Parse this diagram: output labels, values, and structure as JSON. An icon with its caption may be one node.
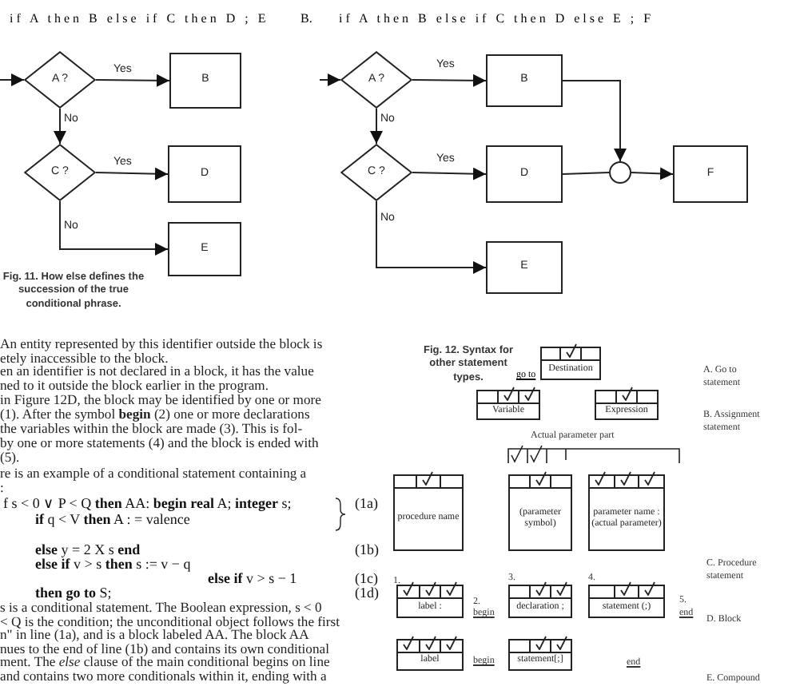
{
  "diagram": {
    "nodes": [
      {
        "text": [
          "A ?"
        ]
      },
      {
        "text": [
          "B"
        ]
      },
      {
        "text": [
          "C ?"
        ]
      },
      {
        "text": [
          "D"
        ]
      },
      {
        "text": [
          "E"
        ]
      },
      {
        "text": [
          "A ?"
        ]
      },
      {
        "text": [
          "B"
        ]
      },
      {
        "text": [
          "C ?"
        ]
      },
      {
        "text": [
          "D"
        ]
      },
      {
        "text": [
          "E"
        ]
      },
      {
        "text": [],
        "shape": "circle"
      },
      {
        "text": [
          "F"
        ]
      },
      {
        "text": [
          "Destination"
        ]
      },
      {
        "text": [
          "Variable"
        ]
      },
      {
        "text": [
          "Expression"
        ]
      },
      {
        "text": [
          "procedure name"
        ]
      },
      {
        "text": [
          "(parameter symbol)"
        ]
      },
      {
        "text": [
          "parameter name : (actual parameter)"
        ]
      },
      {
        "text": [
          "label :"
        ]
      },
      {
        "text": [
          "declaration ;"
        ]
      },
      {
        "text": [
          "statement (;)"
        ]
      },
      {
        "text": [
          "label"
        ]
      },
      {
        "text": [
          "statement[;]"
        ]
      }
    ],
    "edges": [
      {
        "from": null,
        "to": 0,
        "arrow": "to"
      },
      {
        "from": 0,
        "to": 1,
        "arrow": "to",
        "label": "Yes"
      },
      {
        "from": 0,
        "to": 2,
        "arrow": "to",
        "label": "No"
      },
      {
        "from": 2,
        "to": 3,
        "arrow": "to",
        "label": "Yes"
      },
      {
        "from": 2,
        "to": 4,
        "arrow": "to",
        "label": "No"
      },
      {
        "from": null,
        "to": 5,
        "arrow": "to"
      },
      {
        "from": 5,
        "to": 6,
        "arrow": "to",
        "label": "Yes"
      },
      {
        "from": 5,
        "to": 7,
        "arrow": "to",
        "label": "No"
      },
      {
        "from": 7,
        "to": 8,
        "arrow": "to",
        "label": "Yes"
      },
      {
        "from": 7,
        "to": 9,
        "arrow": "to",
        "label": "No"
      },
      {
        "from": 6,
        "to": 10,
        "arrow": "to"
      },
      {
        "from": 8,
        "to": 10,
        "arrow": "none"
      },
      {
        "from": 10,
        "to": 11,
        "arrow": "to"
      }
    ],
    "labels": [
      "if A then B else if C then D ; E",
      "B.",
      "if A then B else if C then D else E ; F",
      "Fig. 11. How else defines the succession of the true conditional phrase.",
      "Fig. 12. Syntax for other statement types.",
      "go to",
      "A. Go to statement",
      "B. Assignment statement",
      "Actual parameter part",
      "C. Procedure statement",
      "1.",
      "2.",
      "begin",
      "3.",
      "4.",
      "5.",
      "end",
      "D. Block",
      "begin",
      "end",
      "E. Compound",
      "An entity represented by this identifier outside the block is",
      "etely inaccessible to the block.",
      "en an identifier is not declared in a block, it has the value",
      "ned to it outside the block earlier in the program.",
      "in Figure 12D, the block may be identified by one or more",
      "(1). After the symbol **begin** (2) one or more declarations",
      "the variables within the block are made (3). This is fol-",
      "by one or more statements (4) and the block is ended with",
      "(5).",
      "re is an example of a conditional statement containing a",
      ":",
      "f s < 0 ∨ P < Q **then** AA: **begin real** A; **integer** s;",
      "(1a)",
      "**if** q < V **then** A : = valence",
      "**else** y = 2 X s **end**",
      "(1b)",
      "**else if** v > s **then** s := v − q",
      "**else if** v > s − 1",
      "(1c)",
      "**then go to** S;",
      "(1d)",
      "s is a conditional statement. The Boolean expression, s < 0",
      "< Q is the condition; the unconditional object follows the first",
      "n\" in line (1a), and is a block labeled AA. The block AA",
      "nues to the end of line (1b) and contains its own conditional",
      "ment. The *else* clause of the main conditional begins on line",
      "and contains two more conditionals within it, ending with a"
    ]
  }
}
